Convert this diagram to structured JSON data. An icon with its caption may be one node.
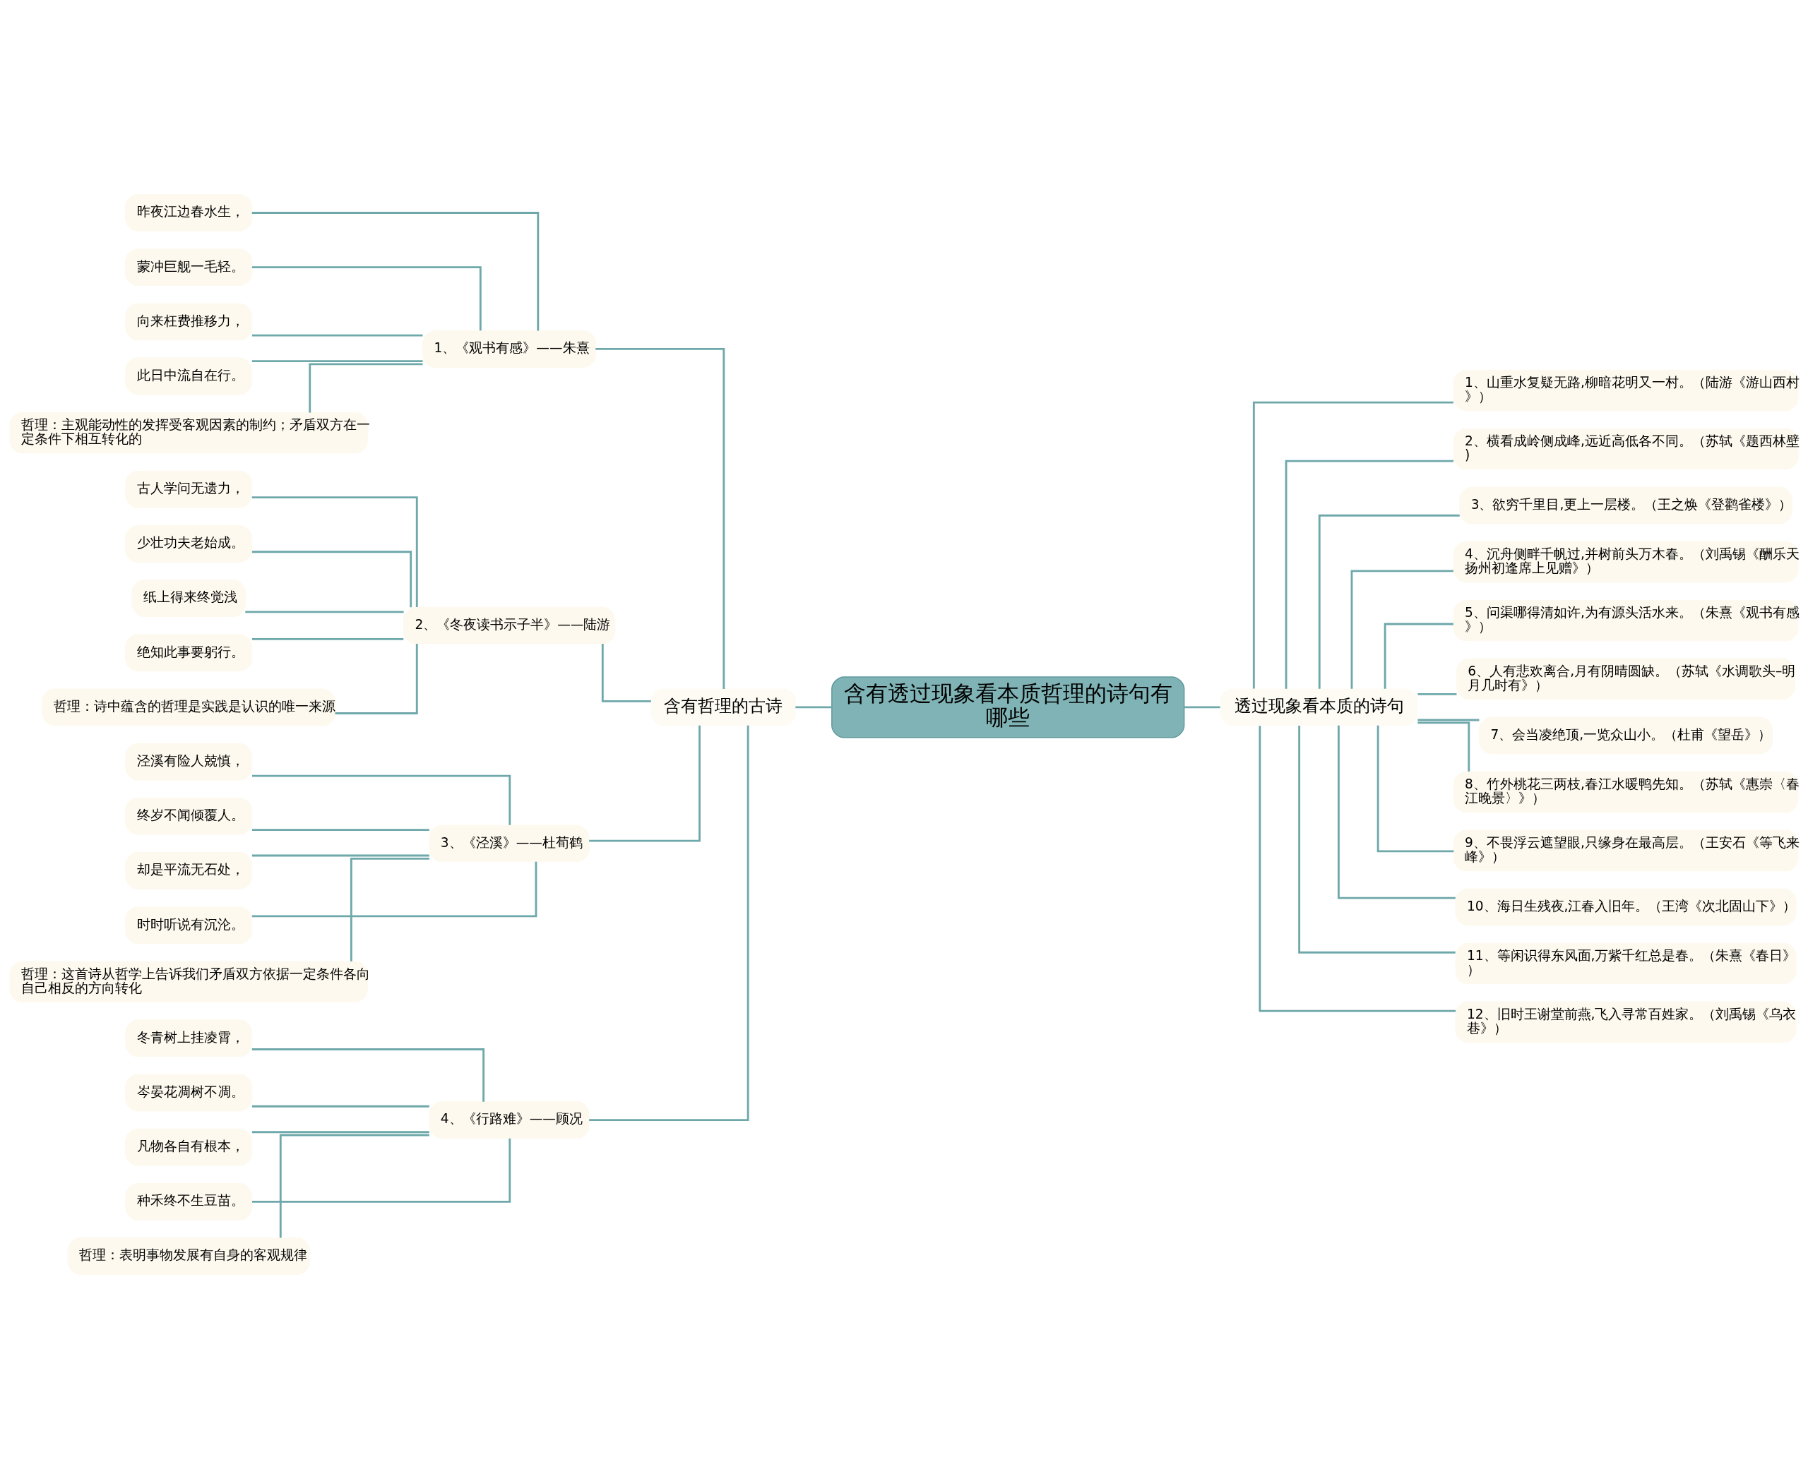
{
  "diagram": {
    "nodes": [
      {
        "text": [
          "含有透过现象看本质哲理的诗句有哪些"
        ]
      },
      {
        "text": [
          "含有哲理的古诗"
        ]
      },
      {
        "text": [
          "1、《观书有感》——朱熹"
        ]
      },
      {
        "text": [
          "昨夜江边春水生，"
        ]
      },
      {
        "text": [
          "蒙冲巨舰一毛轻。"
        ]
      },
      {
        "text": [
          "向来枉费推移力，"
        ]
      },
      {
        "text": [
          "此日中流自在行。"
        ]
      },
      {
        "text": [
          "哲理：主观能动性的发挥受客观因素的制约；矛盾双方在一定条件下相互转化的"
        ]
      },
      {
        "text": [
          "2、《冬夜读书示子半》——陆游"
        ]
      },
      {
        "text": [
          "古人学问无遗力，"
        ]
      },
      {
        "text": [
          "少壮功夫老始成。"
        ]
      },
      {
        "text": [
          "纸上得来终觉浅"
        ]
      },
      {
        "text": [
          "绝知此事要躬行。"
        ]
      },
      {
        "text": [
          "哲理：诗中蕴含的哲理是实践是认识的唯一来源"
        ]
      },
      {
        "text": [
          "3、《泾溪》——杜荀鹤"
        ]
      },
      {
        "text": [
          "泾溪有险人兢慎，"
        ]
      },
      {
        "text": [
          "终岁不闻倾覆人。"
        ]
      },
      {
        "text": [
          "却是平流无石处，"
        ]
      },
      {
        "text": [
          "时时听说有沉沦。"
        ]
      },
      {
        "text": [
          "哲理：这首诗从哲学上告诉我们矛盾双方依据一定条件各向自己相反的方向转化"
        ]
      },
      {
        "text": [
          "4、《行路难》——顾况"
        ]
      },
      {
        "text": [
          "冬青树上挂凌霄，"
        ]
      },
      {
        "text": [
          "岑晏花凋树不凋。"
        ]
      },
      {
        "text": [
          "凡物各自有根本，"
        ]
      },
      {
        "text": [
          "种禾终不生豆苗。"
        ]
      },
      {
        "text": [
          "哲理：表明事物发展有自身的客观规律"
        ]
      },
      {
        "text": [
          "透过现象看本质的诗句"
        ]
      },
      {
        "text": [
          "1、山重水复疑无路,柳暗花明又一村。（陆游《游山西村》）"
        ]
      },
      {
        "text": [
          "2、横看成岭侧成峰,远近高低各不同。（苏轼《题西林壁)"
        ]
      },
      {
        "text": [
          "3、欲穷千里目,更上一层楼。（王之焕《登鹳雀楼》）"
        ]
      },
      {
        "text": [
          "4、沉舟侧畔千帆过,并树前头万木春。（刘禹锡《酬乐天扬州初逢席上见赠》）"
        ]
      },
      {
        "text": [
          "5、问渠哪得清如许,为有源头活水来。（朱熹《观书有感》）"
        ]
      },
      {
        "text": [
          "6、人有悲欢离合,月有阴晴圆缺。（苏轼《水调歌头–明月几时有》）"
        ]
      },
      {
        "text": [
          "7、会当凌绝顶,一览众山小。（杜甫《望岳》）"
        ]
      },
      {
        "text": [
          "8、竹外桃花三两枝,春江水暖鸭先知。（苏轼《惠崇〈春江晚景〉》）"
        ]
      },
      {
        "text": [
          "9、不畏浮云遮望眼,只缘身在最高层。（王安石《等飞来峰》）"
        ]
      },
      {
        "text": [
          "10、海日生残夜,江春入旧年。（王湾《次北固山下》）"
        ]
      },
      {
        "text": [
          "11、等闲识得东风面,万紫千红总是春。（朱熹《春日》）"
        ]
      },
      {
        "text": [
          "12、旧时王谢堂前燕,飞入寻常百姓家。（刘禹锡《乌衣巷》）"
        ]
      }
    ],
    "edges": [
      {
        "from": 0,
        "to": 1,
        "arrow": "none"
      },
      {
        "from": 1,
        "to": 2,
        "arrow": "none"
      },
      {
        "from": 2,
        "to": 3,
        "arrow": "none"
      },
      {
        "from": 2,
        "to": 4,
        "arrow": "none"
      },
      {
        "from": 2,
        "to": 5,
        "arrow": "none"
      },
      {
        "from": 2,
        "to": 6,
        "arrow": "none"
      },
      {
        "from": 2,
        "to": 7,
        "arrow": "none"
      },
      {
        "from": 1,
        "to": 8,
        "arrow": "none"
      },
      {
        "from": 8,
        "to": 9,
        "arrow": "none"
      },
      {
        "from": 8,
        "to": 10,
        "arrow": "none"
      },
      {
        "from": 8,
        "to": 11,
        "arrow": "none"
      },
      {
        "from": 8,
        "to": 12,
        "arrow": "none"
      },
      {
        "from": 8,
        "to": 13,
        "arrow": "none"
      },
      {
        "from": 1,
        "to": 14,
        "arrow": "none"
      },
      {
        "from": 14,
        "to": 15,
        "arrow": "none"
      },
      {
        "from": 14,
        "to": 16,
        "arrow": "none"
      },
      {
        "from": 14,
        "to": 17,
        "arrow": "none"
      },
      {
        "from": 14,
        "to": 18,
        "arrow": "none"
      },
      {
        "from": 14,
        "to": 19,
        "arrow": "none"
      },
      {
        "from": 1,
        "to": 20,
        "arrow": "none"
      },
      {
        "from": 20,
        "to": 21,
        "arrow": "none"
      },
      {
        "from": 20,
        "to": 22,
        "arrow": "none"
      },
      {
        "from": 20,
        "to": 23,
        "arrow": "none"
      },
      {
        "from": 20,
        "to": 24,
        "arrow": "none"
      },
      {
        "from": 20,
        "to": 25,
        "arrow": "none"
      },
      {
        "from": 0,
        "to": 26,
        "arrow": "none"
      },
      {
        "from": 26,
        "to": 27,
        "arrow": "none"
      },
      {
        "from": 26,
        "to": 28,
        "arrow": "none"
      },
      {
        "from": 26,
        "to": 29,
        "arrow": "none"
      },
      {
        "from": 26,
        "to": 30,
        "arrow": "none"
      },
      {
        "from": 26,
        "to": 31,
        "arrow": "none"
      },
      {
        "from": 26,
        "to": 32,
        "arrow": "none"
      },
      {
        "from": 26,
        "to": 33,
        "arrow": "none"
      },
      {
        "from": 26,
        "to": 34,
        "arrow": "none"
      },
      {
        "from": 26,
        "to": 35,
        "arrow": "none"
      },
      {
        "from": 26,
        "to": 36,
        "arrow": "none"
      },
      {
        "from": 26,
        "to": 37,
        "arrow": "none"
      },
      {
        "from": 26,
        "to": 38,
        "arrow": "none"
      }
    ]
  }
}
